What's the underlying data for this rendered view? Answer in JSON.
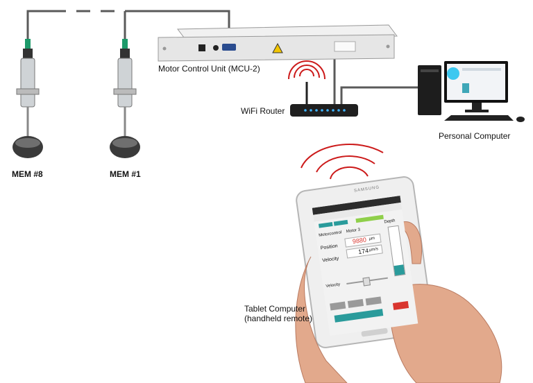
{
  "labels": {
    "mcu": "Motor Control Unit (MCU-2)",
    "router": "WiFi Router",
    "pc": "Personal Computer",
    "mem8": "MEM #8",
    "mem1": "MEM #1",
    "tablet_line1": "Tablet Computer",
    "tablet_line2": "(handheld remote)"
  },
  "tablet_screen": {
    "motorcontrol": "Motorcontrol",
    "motor": "Motor 3",
    "position_label": "Position",
    "position_value": "9880",
    "position_unit": "µm",
    "velocity_label": "Velocity",
    "velocity_value": "174",
    "velocity_unit": "µm/s",
    "depth_label": "Depth",
    "slider_label": "Velocity",
    "brand": "SAMSUNG"
  },
  "colors": {
    "wire": "#5a5a5a",
    "wifi_arc": "#cc1a1a",
    "rack": "#e6e6e6",
    "led": "#3fb4ff",
    "screen_teal": "#2a9b9b",
    "screen_red": "#d9362f"
  }
}
